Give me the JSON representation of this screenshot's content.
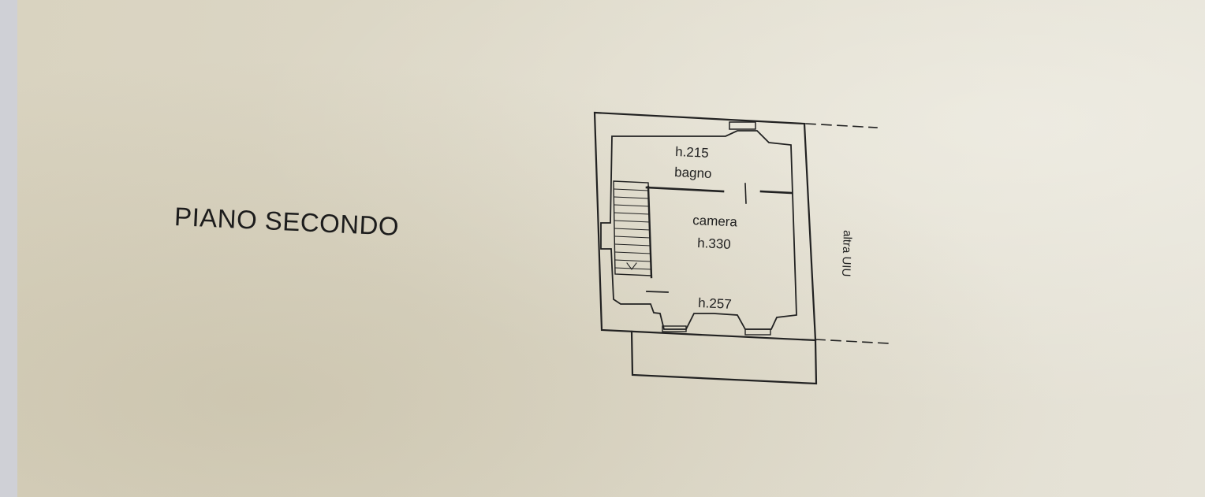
{
  "floor_title": "PIANO SECONDO",
  "rooms": {
    "bathroom": {
      "height": "h.215",
      "name": "bagno"
    },
    "bedroom": {
      "name": "camera",
      "height": "h.330"
    },
    "lower_zone": {
      "height": "h.257"
    }
  },
  "side_label": "altra UIU",
  "colors": {
    "ink": "#222222",
    "paper": "#dcd7c6",
    "margin": "#cfd0d6"
  }
}
